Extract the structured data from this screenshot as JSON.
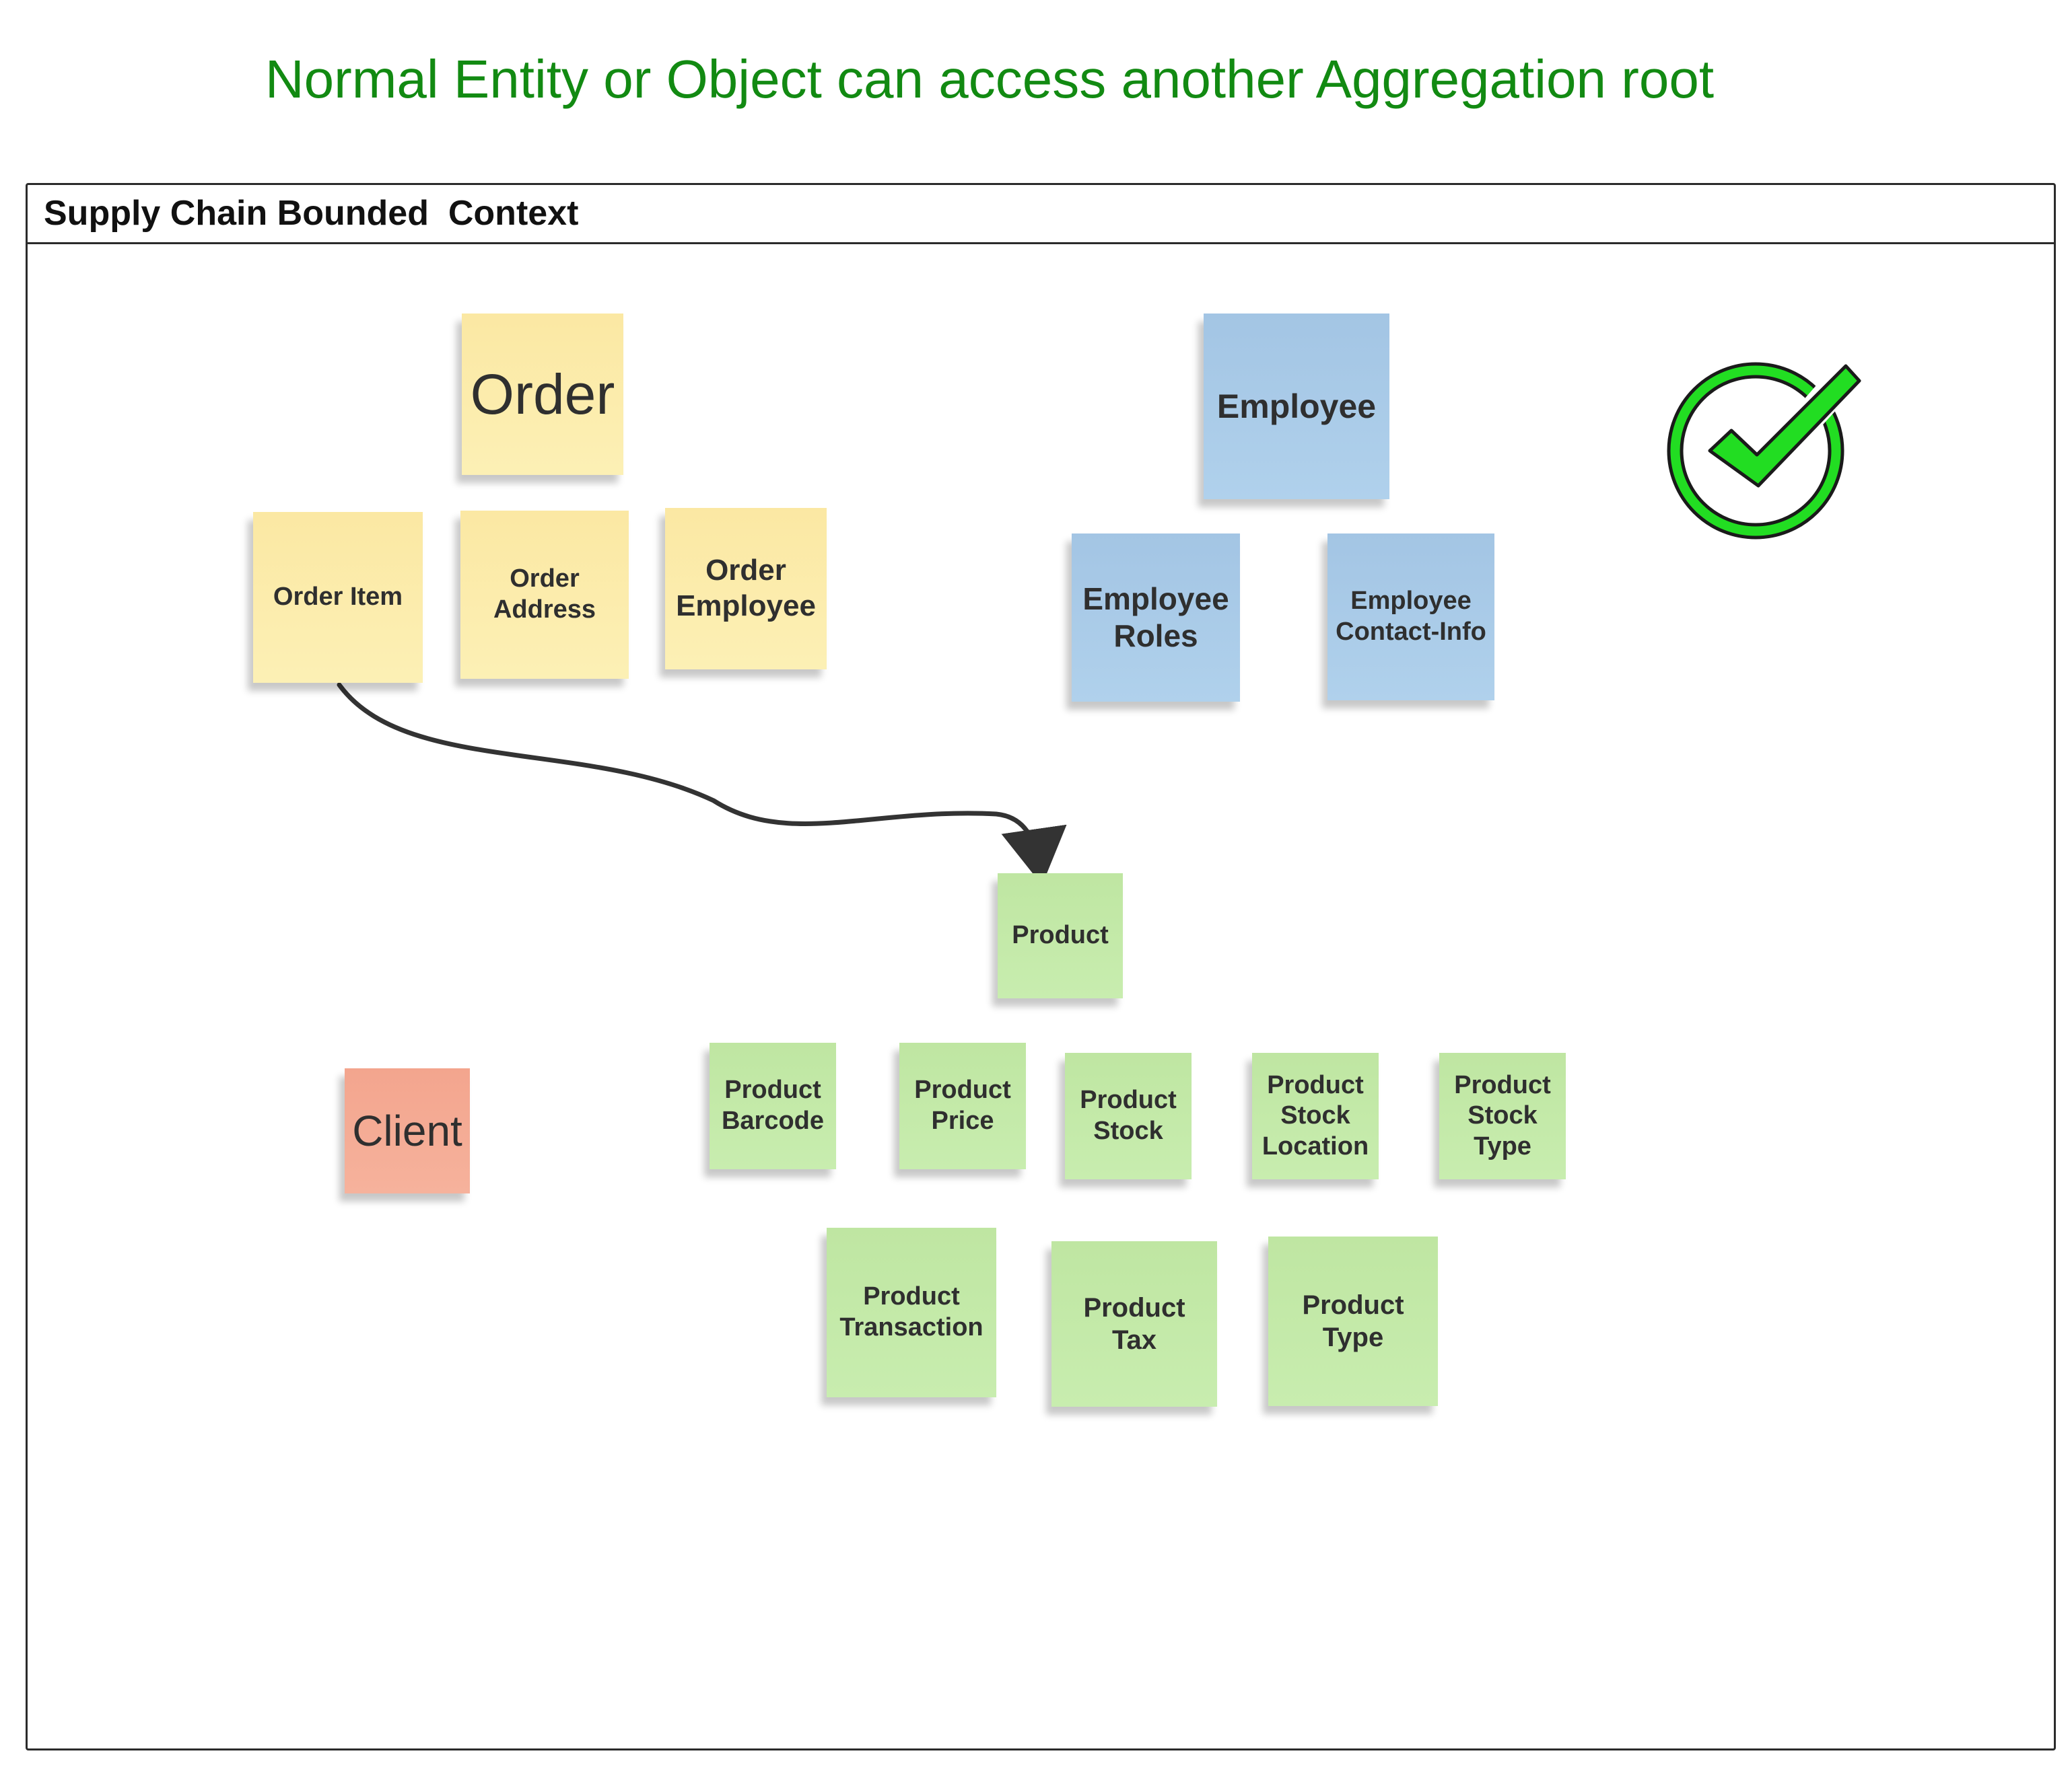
{
  "title": "Normal Entity or Object can access another Aggregation root",
  "context": {
    "label": "Supply Chain Bounded  Context"
  },
  "notes": {
    "order": "Order",
    "order_item": "Order Item",
    "order_address": "Order\nAddress",
    "order_employee": "Order\nEmployee",
    "employee": "Employee",
    "employee_roles": "Employee\nRoles",
    "employee_contact_info": "Employee\nContact-Info",
    "product": "Product",
    "product_barcode": "Product\nBarcode",
    "product_price": "Product\nPrice",
    "product_stock": "Product\nStock",
    "product_stock_location": "Product\nStock\nLocation",
    "product_stock_type": "Product\nStock\nType",
    "product_transaction": "Product\nTransaction",
    "product_tax": "Product\nTax",
    "product_type": "Product\nType",
    "client": "Client"
  },
  "colors": {
    "title": "#128a12",
    "aggregate_order": "#fbe8a3",
    "aggregate_employee": "#a3c5e4",
    "aggregate_product": "#bfe6a2",
    "client": "#f3a58e",
    "check": "#22dd22"
  },
  "connectors": [
    {
      "from": "order_item",
      "to": "product",
      "style": "curved-arrow"
    }
  ],
  "status_icon": "check-circle-icon"
}
